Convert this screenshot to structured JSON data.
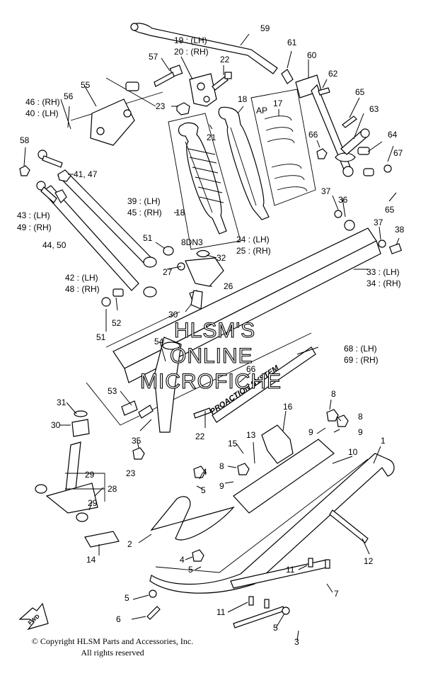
{
  "watermark": [
    "HLSM'S",
    "ONLINE",
    "MICROFICHE"
  ],
  "copyright": {
    "line1": "© Copyright HLSM Parts and Accessories, Inc.",
    "line2": "All rights reserved"
  },
  "box_labels": {
    "left_shock": "8DN3",
    "spring_box": "AP"
  },
  "stencil_text": "PROACTION SYSTEM",
  "fwd_label": "FWD",
  "callouts": [
    {
      "id": "c59",
      "text": "59"
    },
    {
      "id": "c19",
      "text": "19 : (LH)"
    },
    {
      "id": "c20",
      "text": "20 : (RH)"
    },
    {
      "id": "c57",
      "text": "57"
    },
    {
      "id": "c22a",
      "text": "22"
    },
    {
      "id": "c61",
      "text": "61"
    },
    {
      "id": "c60",
      "text": "60"
    },
    {
      "id": "c62",
      "text": "62"
    },
    {
      "id": "c55",
      "text": "55"
    },
    {
      "id": "c46",
      "text": "46 : (RH)"
    },
    {
      "id": "c40",
      "text": "40 : (LH)"
    },
    {
      "id": "c56",
      "text": "56"
    },
    {
      "id": "c23a",
      "text": "23"
    },
    {
      "id": "c18a",
      "text": "18"
    },
    {
      "id": "c17",
      "text": "17"
    },
    {
      "id": "c65a",
      "text": "65"
    },
    {
      "id": "c63",
      "text": "63"
    },
    {
      "id": "c21",
      "text": "21"
    },
    {
      "id": "c58",
      "text": "58"
    },
    {
      "id": "c66a",
      "text": "66"
    },
    {
      "id": "c64",
      "text": "64"
    },
    {
      "id": "c67",
      "text": "67"
    },
    {
      "id": "c4147",
      "text": "41, 47"
    },
    {
      "id": "c37a",
      "text": "37"
    },
    {
      "id": "c36",
      "text": "36"
    },
    {
      "id": "c65b",
      "text": "65"
    },
    {
      "id": "c39",
      "text": "39 : (LH)"
    },
    {
      "id": "c45",
      "text": "45 : (RH)"
    },
    {
      "id": "c43",
      "text": "43 : (LH)"
    },
    {
      "id": "c49",
      "text": "49 : (RH)"
    },
    {
      "id": "c18b",
      "text": "18"
    },
    {
      "id": "c37b",
      "text": "37"
    },
    {
      "id": "c38",
      "text": "38"
    },
    {
      "id": "c4450",
      "text": "44, 50"
    },
    {
      "id": "c51a",
      "text": "51"
    },
    {
      "id": "c8dn3",
      "text": "8DN3"
    },
    {
      "id": "c24",
      "text": "24 : (LH)"
    },
    {
      "id": "c25",
      "text": "25 : (RH)"
    },
    {
      "id": "c32",
      "text": "32"
    },
    {
      "id": "c27",
      "text": "27"
    },
    {
      "id": "c33",
      "text": "33 : (LH)"
    },
    {
      "id": "c34",
      "text": "34 : (RH)"
    },
    {
      "id": "c42",
      "text": "42 : (LH)"
    },
    {
      "id": "c48",
      "text": "48 : (RH)"
    },
    {
      "id": "c26",
      "text": "26"
    },
    {
      "id": "c30a",
      "text": "30"
    },
    {
      "id": "c52",
      "text": "52"
    },
    {
      "id": "c51b",
      "text": "51"
    },
    {
      "id": "c68",
      "text": "68 : (LH)"
    },
    {
      "id": "c69",
      "text": "69 : (RH)"
    },
    {
      "id": "c54",
      "text": "54"
    },
    {
      "id": "c66b",
      "text": "66"
    },
    {
      "id": "c53",
      "text": "53"
    },
    {
      "id": "c8a",
      "text": "8"
    },
    {
      "id": "c31",
      "text": "31"
    },
    {
      "id": "c16",
      "text": "16"
    },
    {
      "id": "c8b",
      "text": "8"
    },
    {
      "id": "c9a",
      "text": "9"
    },
    {
      "id": "c9b",
      "text": "9"
    },
    {
      "id": "c30b",
      "text": "30"
    },
    {
      "id": "c22b",
      "text": "22"
    },
    {
      "id": "c35",
      "text": "35"
    },
    {
      "id": "c1",
      "text": "1"
    },
    {
      "id": "c13",
      "text": "13"
    },
    {
      "id": "c15",
      "text": "15"
    },
    {
      "id": "c10",
      "text": "10"
    },
    {
      "id": "c8c",
      "text": "8"
    },
    {
      "id": "c23b",
      "text": "23"
    },
    {
      "id": "c4a",
      "text": "4"
    },
    {
      "id": "c9c",
      "text": "9"
    },
    {
      "id": "c5a",
      "text": "5"
    },
    {
      "id": "c29a",
      "text": "29"
    },
    {
      "id": "c28",
      "text": "28"
    },
    {
      "id": "c29b",
      "text": "29"
    },
    {
      "id": "c2",
      "text": "2"
    },
    {
      "id": "c14",
      "text": "14"
    },
    {
      "id": "c4b",
      "text": "4"
    },
    {
      "id": "c5b",
      "text": "5"
    },
    {
      "id": "c12",
      "text": "12"
    },
    {
      "id": "c11a",
      "text": "11"
    },
    {
      "id": "c7",
      "text": "7"
    },
    {
      "id": "c5c",
      "text": "5"
    },
    {
      "id": "c6",
      "text": "6"
    },
    {
      "id": "c11b",
      "text": "11"
    },
    {
      "id": "c5d",
      "text": "5"
    },
    {
      "id": "c3",
      "text": "3"
    }
  ]
}
